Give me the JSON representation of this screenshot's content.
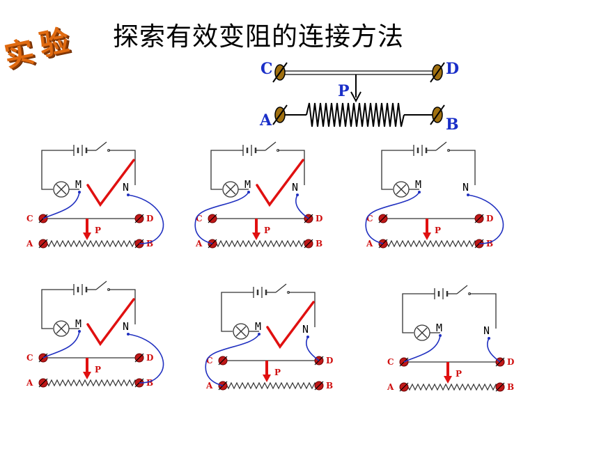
{
  "badge": {
    "char1": "实",
    "char2": "验"
  },
  "title": "探索有效变阻的连接方法",
  "main_diagram": {
    "C": "C",
    "D": "D",
    "P": "P",
    "A": "A",
    "B": "B"
  },
  "colors": {
    "wire": "#2030c0",
    "check": "#e01010",
    "terminal": "#c01818",
    "badge": "#e06a10",
    "label_blue": "#1a2fc8"
  },
  "circuits": [
    {
      "id": 1,
      "correct": true,
      "M": "M",
      "N": "N",
      "C": "C",
      "D": "D",
      "A": "A",
      "B": "B",
      "P": "P",
      "m_to": "C",
      "n_to": "B"
    },
    {
      "id": 2,
      "correct": true,
      "M": "M",
      "N": "N",
      "C": "C",
      "D": "D",
      "A": "A",
      "B": "B",
      "P": "P",
      "m_to": "A",
      "n_to": "D"
    },
    {
      "id": 3,
      "correct": false,
      "M": "M",
      "N": "N",
      "C": "C",
      "D": "D",
      "A": "A",
      "B": "B",
      "P": "P",
      "m_to": "A",
      "n_to": "B"
    },
    {
      "id": 4,
      "correct": true,
      "M": "M",
      "N": "N",
      "C": "C",
      "D": "D",
      "A": "A",
      "B": "B",
      "P": "P",
      "m_to": "C",
      "n_to": "B"
    },
    {
      "id": 5,
      "correct": true,
      "M": "M",
      "N": "N",
      "C": "C",
      "D": "D",
      "A": "A",
      "B": "B",
      "P": "P",
      "m_to": "A",
      "n_to": "D"
    },
    {
      "id": 6,
      "correct": false,
      "M": "M",
      "N": "N",
      "C": "C",
      "D": "D",
      "A": "A",
      "B": "B",
      "P": "P",
      "m_to": "C",
      "n_to": "D"
    }
  ]
}
